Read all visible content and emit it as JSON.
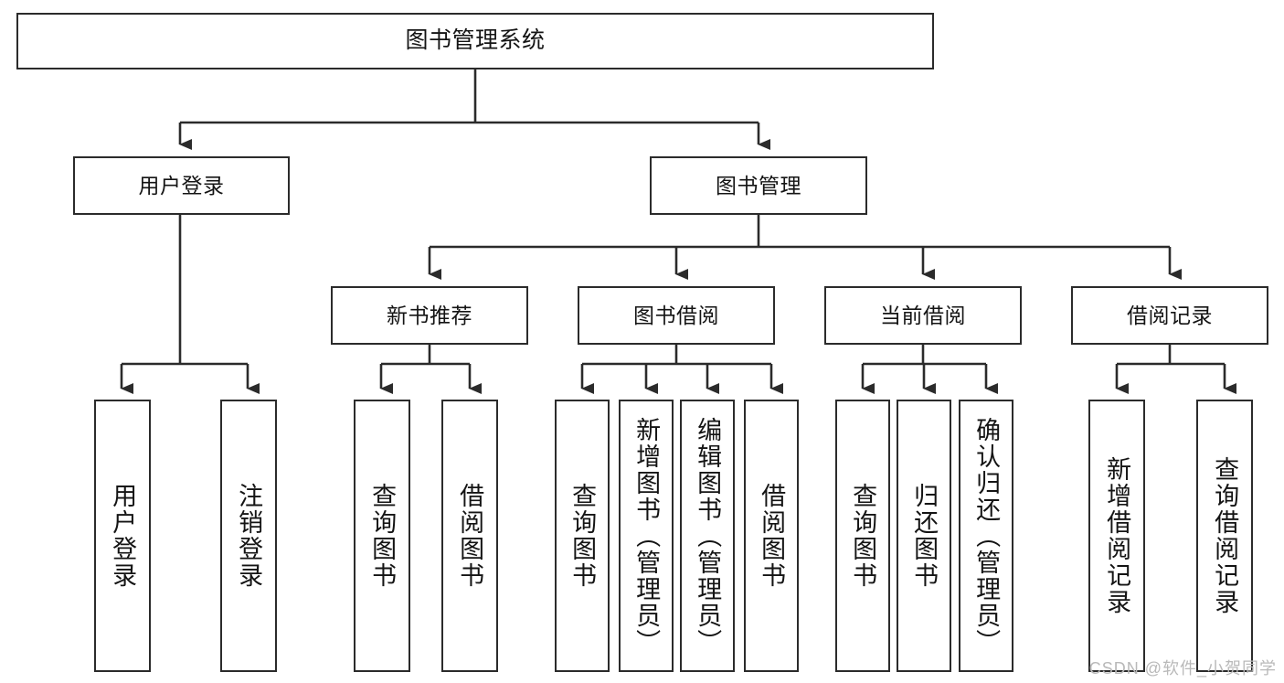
{
  "diagram": {
    "title": "图书管理系统",
    "type": "tree-hierarchy-chart",
    "colors": {
      "stroke": "#2b2b2b",
      "fill": "#ffffff",
      "text": "#141414",
      "watermark": "#b9b9b9"
    },
    "root": {
      "label": "图书管理系统"
    },
    "level1": [
      {
        "label": "用户登录"
      },
      {
        "label": "图书管理"
      }
    ],
    "level2": [
      {
        "label": "新书推荐"
      },
      {
        "label": "图书借阅"
      },
      {
        "label": "当前借阅"
      },
      {
        "label": "借阅记录"
      }
    ],
    "leaves": {
      "user_login": [
        {
          "label": "用户登录"
        },
        {
          "label": "注销登录"
        }
      ],
      "new_book": [
        {
          "label": "查询图书"
        },
        {
          "label": "借阅图书"
        }
      ],
      "book_borrow": [
        {
          "label": "查询图书"
        },
        {
          "label": "新增图书（管理员）"
        },
        {
          "label": "编辑图书（管理员）"
        },
        {
          "label": "借阅图书"
        }
      ],
      "current_borrow": [
        {
          "label": "查询图书"
        },
        {
          "label": "归还图书"
        },
        {
          "label": "确认归还（管理员）"
        }
      ],
      "borrow_record": [
        {
          "label": "新增借阅记录"
        },
        {
          "label": "查询借阅记录"
        }
      ]
    }
  },
  "watermark": {
    "text": "CSDN @软件_小贺同学"
  }
}
